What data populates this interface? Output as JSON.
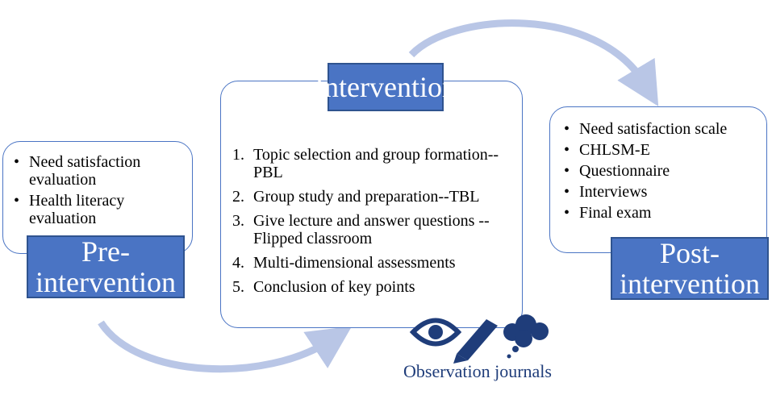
{
  "pre_intervention": {
    "title_line1": "Pre-",
    "title_line2": "intervention",
    "items": [
      "Need satisfaction evaluation",
      "Health literacy evaluation"
    ]
  },
  "intervention": {
    "title": "Intervention",
    "steps": [
      {
        "num": "1.",
        "text": "Topic selection and group formation--PBL"
      },
      {
        "num": "2.",
        "text": "Group study and preparation--TBL"
      },
      {
        "num": "3.",
        "text": "Give lecture and answer questions --Flipped classroom"
      },
      {
        "num": "4.",
        "text": "Multi-dimensional assessments"
      },
      {
        "num": "5.",
        "text": "Conclusion of key points"
      }
    ]
  },
  "post_intervention": {
    "title_line1": "Post-",
    "title_line2": "intervention",
    "items": [
      "Need satisfaction scale",
      "CHLSM-E",
      "Questionnaire",
      "Interviews",
      "Final exam"
    ]
  },
  "observation": {
    "label": "Observation journals",
    "icons": [
      "eye-icon",
      "pencil-icon",
      "thought-cloud-icon"
    ]
  },
  "colors": {
    "box_fill": "#4a74c4",
    "box_border": "#2f538f",
    "panel_border": "#4a74c4",
    "arrow": "#b9c6e6",
    "icon": "#1f3d7a"
  }
}
